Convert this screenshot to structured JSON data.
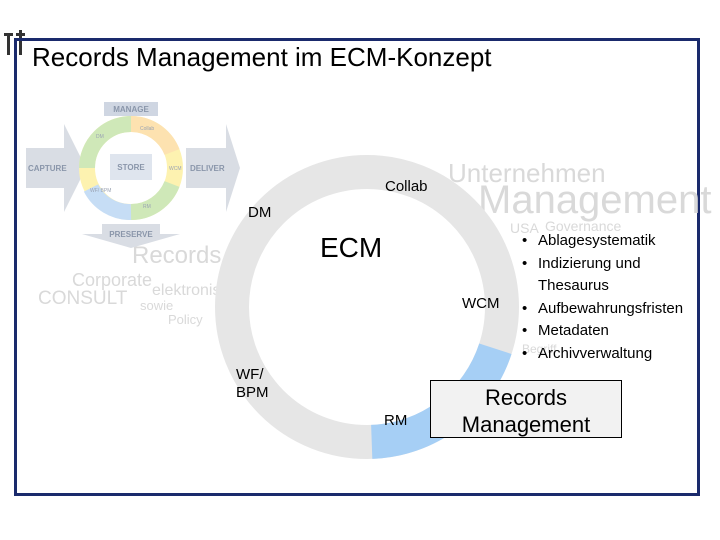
{
  "slide": {
    "title": "Records Management im ECM-Konzept"
  },
  "mini_diagram": {
    "manage": "MANAGE",
    "capture": "CAPTURE",
    "store": "STORE",
    "deliver": "DELIVER",
    "preserve": "PRESERVE",
    "segments": [
      "DM",
      "Collab",
      "WCM",
      "RM",
      "WF/ BPM"
    ]
  },
  "ring": {
    "labels": {
      "collab": "Collab",
      "dm": "DM",
      "ecm": "ECM",
      "wcm": "WCM",
      "wf_bpm_line1": "WF/",
      "wf_bpm_line2": "BPM",
      "rm": "RM"
    },
    "colors": {
      "ring": "#e6e6e6",
      "highlight": "#a6cff5"
    }
  },
  "bullets": [
    "Ablagesystematik",
    "Indizierung und Thesaurus",
    "Aufbewahrungsfristen",
    "Metadaten",
    "Archivverwaltung"
  ],
  "rm_box": {
    "line1": "Records",
    "line2": "Management"
  },
  "word_cloud": {
    "unternehmen": "Unternehmen",
    "management": "Management",
    "governance": "Governance",
    "usa": "USA",
    "records": "Records",
    "corporate": "Corporate",
    "consult": "CONSULT",
    "elektronisch": "elektronisch",
    "policy": "Policy",
    "sowie": "sowie",
    "begriff": "Begriff"
  }
}
